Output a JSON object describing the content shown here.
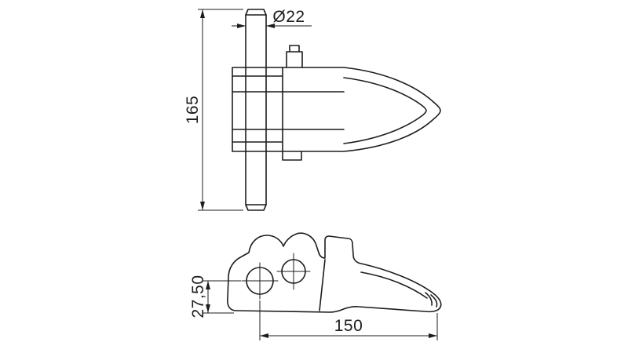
{
  "colors": {
    "line": "#1d1d1b",
    "background": "#ffffff"
  },
  "dimensions": {
    "rod_diameter": "Ø22",
    "overall_length": "165",
    "base_height": "27,50",
    "body_length": "150"
  }
}
